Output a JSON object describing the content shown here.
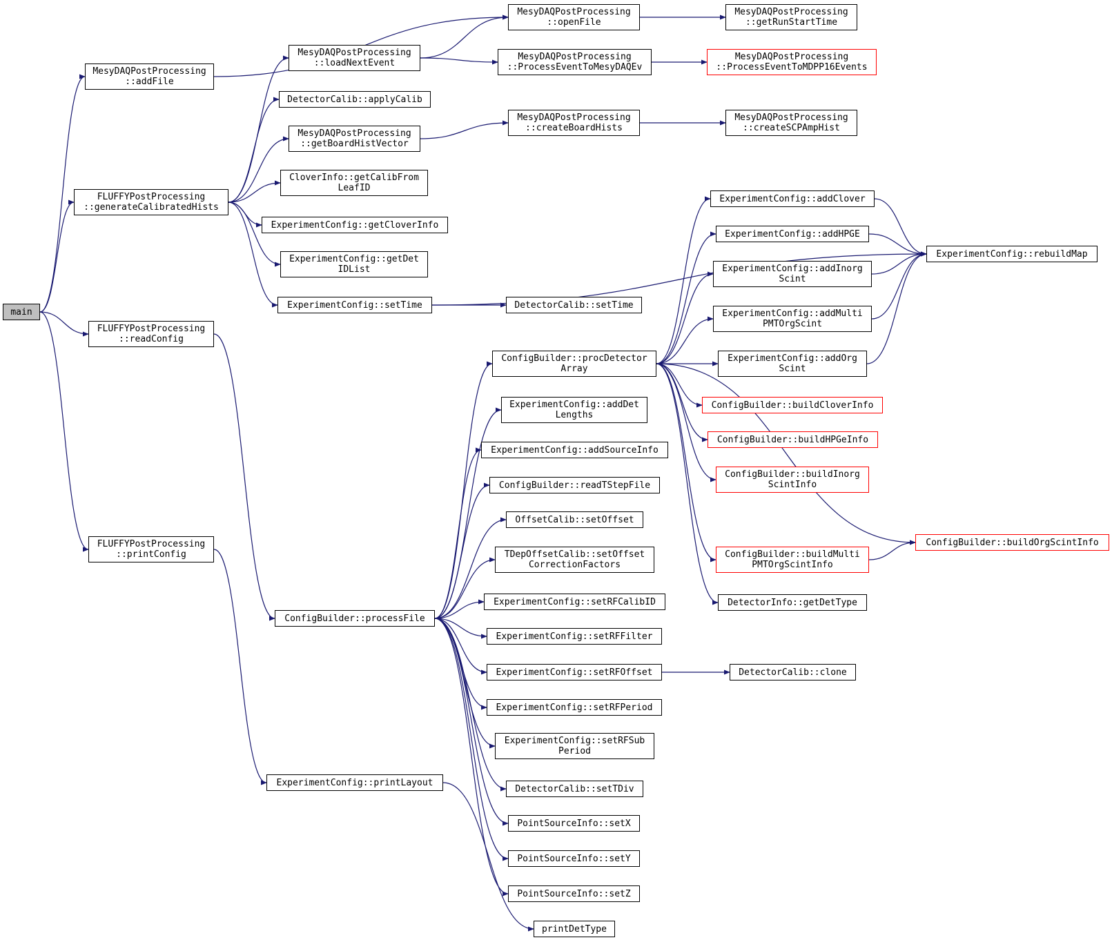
{
  "colors": {
    "edge": "#191970",
    "border": "#000000",
    "truncated_border": "#ff0000",
    "root_fill": "#bfbfbf"
  },
  "nodes": [
    {
      "id": "main",
      "lines": [
        "main"
      ],
      "root": true
    },
    {
      "id": "addFile",
      "lines": [
        "MesyDAQPostProcessing",
        "::addFile"
      ]
    },
    {
      "id": "genCal",
      "lines": [
        "FLUFFYPostProcessing",
        "::generateCalibratedHists"
      ]
    },
    {
      "id": "readConfig",
      "lines": [
        "FLUFFYPostProcessing",
        "::readConfig"
      ]
    },
    {
      "id": "printConfig",
      "lines": [
        "FLUFFYPostProcessing",
        "::printConfig"
      ]
    },
    {
      "id": "loadNext",
      "lines": [
        "MesyDAQPostProcessing",
        "::loadNextEvent"
      ]
    },
    {
      "id": "applyCalib",
      "lines": [
        "DetectorCalib::applyCalib"
      ]
    },
    {
      "id": "getBoardHist",
      "lines": [
        "MesyDAQPostProcessing",
        "::getBoardHistVector"
      ]
    },
    {
      "id": "getCalibFrom",
      "lines": [
        "CloverInfo::getCalibFrom",
        "LeafID"
      ]
    },
    {
      "id": "getCloverInfo",
      "lines": [
        "ExperimentConfig::getCloverInfo"
      ]
    },
    {
      "id": "getDetIDList",
      "lines": [
        "ExperimentConfig::getDet",
        "IDList"
      ]
    },
    {
      "id": "setTime",
      "lines": [
        "ExperimentConfig::setTime"
      ]
    },
    {
      "id": "processFile",
      "lines": [
        "ConfigBuilder::processFile"
      ]
    },
    {
      "id": "printLayout",
      "lines": [
        "ExperimentConfig::printLayout"
      ]
    },
    {
      "id": "openFile",
      "lines": [
        "MesyDAQPostProcessing",
        "::openFile"
      ]
    },
    {
      "id": "procEvtMesy",
      "lines": [
        "MesyDAQPostProcessing",
        "::ProcessEventToMesyDAQEv"
      ]
    },
    {
      "id": "createBoardHists",
      "lines": [
        "MesyDAQPostProcessing",
        "::createBoardHists"
      ]
    },
    {
      "id": "dcSetTime",
      "lines": [
        "DetectorCalib::setTime"
      ]
    },
    {
      "id": "procDetArr",
      "lines": [
        "ConfigBuilder::procDetector",
        "Array"
      ]
    },
    {
      "id": "addDetLengths",
      "lines": [
        "ExperimentConfig::addDet",
        "Lengths"
      ]
    },
    {
      "id": "addSourceInfo",
      "lines": [
        "ExperimentConfig::addSourceInfo"
      ]
    },
    {
      "id": "readTStep",
      "lines": [
        "ConfigBuilder::readTStepFile"
      ]
    },
    {
      "id": "setOffset",
      "lines": [
        "OffsetCalib::setOffset"
      ]
    },
    {
      "id": "tdepOffset",
      "lines": [
        "TDepOffsetCalib::setOffset",
        "CorrectionFactors"
      ]
    },
    {
      "id": "setRFCalibID",
      "lines": [
        "ExperimentConfig::setRFCalibID"
      ]
    },
    {
      "id": "setRFFilter",
      "lines": [
        "ExperimentConfig::setRFFilter"
      ]
    },
    {
      "id": "setRFOffset",
      "lines": [
        "ExperimentConfig::setRFOffset"
      ]
    },
    {
      "id": "setRFPeriod",
      "lines": [
        "ExperimentConfig::setRFPeriod"
      ]
    },
    {
      "id": "setRFSub",
      "lines": [
        "ExperimentConfig::setRFSub",
        "Period"
      ]
    },
    {
      "id": "setTDiv",
      "lines": [
        "DetectorCalib::setTDiv"
      ]
    },
    {
      "id": "setX",
      "lines": [
        "PointSourceInfo::setX"
      ]
    },
    {
      "id": "setY",
      "lines": [
        "PointSourceInfo::setY"
      ]
    },
    {
      "id": "setZ",
      "lines": [
        "PointSourceInfo::setZ"
      ]
    },
    {
      "id": "printDetType",
      "lines": [
        "printDetType"
      ]
    },
    {
      "id": "getRunStart",
      "lines": [
        "MesyDAQPostProcessing",
        "::getRunStartTime"
      ]
    },
    {
      "id": "procEvtMDPP",
      "lines": [
        "MesyDAQPostProcessing",
        "::ProcessEventToMDPP16Events"
      ],
      "truncated": true
    },
    {
      "id": "createSCP",
      "lines": [
        "MesyDAQPostProcessing",
        "::createSCPAmpHist"
      ]
    },
    {
      "id": "addClover",
      "lines": [
        "ExperimentConfig::addClover"
      ]
    },
    {
      "id": "addHPGE",
      "lines": [
        "ExperimentConfig::addHPGE"
      ]
    },
    {
      "id": "addInorg",
      "lines": [
        "ExperimentConfig::addInorg",
        "Scint"
      ]
    },
    {
      "id": "addMulti",
      "lines": [
        "ExperimentConfig::addMulti",
        "PMTOrgScint"
      ]
    },
    {
      "id": "addOrg",
      "lines": [
        "ExperimentConfig::addOrg",
        "Scint"
      ]
    },
    {
      "id": "buildClover",
      "lines": [
        "ConfigBuilder::buildCloverInfo"
      ],
      "truncated": true
    },
    {
      "id": "buildHPGe",
      "lines": [
        "ConfigBuilder::buildHPGeInfo"
      ],
      "truncated": true
    },
    {
      "id": "buildInorg",
      "lines": [
        "ConfigBuilder::buildInorg",
        "ScintInfo"
      ],
      "truncated": true
    },
    {
      "id": "buildMulti",
      "lines": [
        "ConfigBuilder::buildMulti",
        "PMTOrgScintInfo"
      ],
      "truncated": true
    },
    {
      "id": "getDetType",
      "lines": [
        "DetectorInfo::getDetType"
      ]
    },
    {
      "id": "dcClone",
      "lines": [
        "DetectorCalib::clone"
      ]
    },
    {
      "id": "rebuildMap",
      "lines": [
        "ExperimentConfig::rebuildMap"
      ]
    },
    {
      "id": "buildOrg",
      "lines": [
        "ConfigBuilder::buildOrgScintInfo"
      ],
      "truncated": true
    }
  ],
  "edges": [
    [
      "main",
      "addFile"
    ],
    [
      "main",
      "genCal"
    ],
    [
      "main",
      "readConfig"
    ],
    [
      "main",
      "printConfig"
    ],
    [
      "addFile",
      "openFile"
    ],
    [
      "genCal",
      "loadNext"
    ],
    [
      "genCal",
      "applyCalib"
    ],
    [
      "genCal",
      "getBoardHist"
    ],
    [
      "genCal",
      "getCalibFrom"
    ],
    [
      "genCal",
      "getCloverInfo"
    ],
    [
      "genCal",
      "getDetIDList"
    ],
    [
      "genCal",
      "setTime"
    ],
    [
      "loadNext",
      "openFile"
    ],
    [
      "loadNext",
      "procEvtMesy"
    ],
    [
      "openFile",
      "getRunStart"
    ],
    [
      "procEvtMesy",
      "procEvtMDPP"
    ],
    [
      "getBoardHist",
      "createBoardHists"
    ],
    [
      "createBoardHists",
      "createSCP"
    ],
    [
      "setTime",
      "rebuildMap"
    ],
    [
      "setTime",
      "dcSetTime"
    ],
    [
      "readConfig",
      "processFile"
    ],
    [
      "printConfig",
      "printLayout"
    ],
    [
      "printLayout",
      "printDetType"
    ],
    [
      "processFile",
      "procDetArr"
    ],
    [
      "processFile",
      "addDetLengths"
    ],
    [
      "processFile",
      "addSourceInfo"
    ],
    [
      "processFile",
      "readTStep"
    ],
    [
      "processFile",
      "setOffset"
    ],
    [
      "processFile",
      "tdepOffset"
    ],
    [
      "processFile",
      "setRFCalibID"
    ],
    [
      "processFile",
      "setRFFilter"
    ],
    [
      "processFile",
      "setRFOffset"
    ],
    [
      "processFile",
      "setRFPeriod"
    ],
    [
      "processFile",
      "setRFSub"
    ],
    [
      "processFile",
      "setTDiv"
    ],
    [
      "processFile",
      "setX"
    ],
    [
      "processFile",
      "setY"
    ],
    [
      "processFile",
      "setZ"
    ],
    [
      "setRFOffset",
      "dcClone"
    ],
    [
      "procDetArr",
      "addClover"
    ],
    [
      "procDetArr",
      "addHPGE"
    ],
    [
      "procDetArr",
      "addInorg"
    ],
    [
      "procDetArr",
      "addMulti"
    ],
    [
      "procDetArr",
      "addOrg"
    ],
    [
      "procDetArr",
      "buildClover"
    ],
    [
      "procDetArr",
      "buildHPGe"
    ],
    [
      "procDetArr",
      "buildInorg"
    ],
    [
      "procDetArr",
      "buildMulti"
    ],
    [
      "procDetArr",
      "buildOrg"
    ],
    [
      "procDetArr",
      "getDetType"
    ],
    [
      "addClover",
      "rebuildMap"
    ],
    [
      "addHPGE",
      "rebuildMap"
    ],
    [
      "addInorg",
      "rebuildMap"
    ],
    [
      "addMulti",
      "rebuildMap"
    ],
    [
      "addOrg",
      "rebuildMap"
    ],
    [
      "buildMulti",
      "buildOrg"
    ]
  ]
}
